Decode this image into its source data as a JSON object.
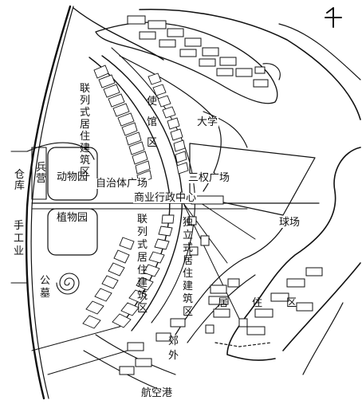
{
  "map": {
    "north_symbol": "个",
    "colors": {
      "ink": "#111111",
      "paper": "#ffffff"
    },
    "labels": {
      "embassy_district": "使馆区",
      "university": "大学",
      "sanquan_square": "三权广场",
      "commercial_center": "商业行政中心",
      "autonomy_square": "自治体广场",
      "zoo": "动物园",
      "barracks": "兵营",
      "warehouse": "仓库",
      "botanical_garden": "植物园",
      "handicraft": "手工业",
      "cemetery": "公墓",
      "upper_row_housing": "联列式居住建筑区",
      "lower_row_housing": "联列式居住建筑区",
      "detached_housing": "独立式居住建筑区",
      "stadium": "球场",
      "residential_area": "居住区",
      "suburb": "郊外",
      "airport": "航空港"
    }
  }
}
